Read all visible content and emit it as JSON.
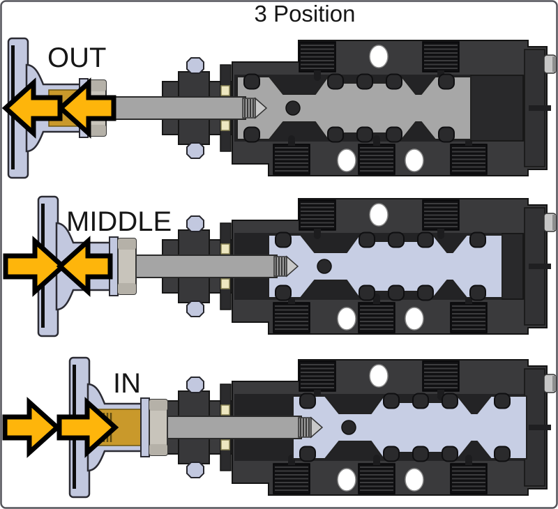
{
  "title": "3 Position",
  "rows": [
    {
      "id": "out",
      "label": "OUT",
      "spool": "gray",
      "arrow_icons": [
        "arrow-left-icon",
        "arrow-left-icon"
      ]
    },
    {
      "id": "middle",
      "label": "MIDDLE",
      "spool": "lavender",
      "arrow_icons": [
        "arrow-right-icon",
        "arrow-left-icon"
      ]
    },
    {
      "id": "in",
      "label": "IN",
      "spool": "lavender",
      "arrow_icons": [
        "arrow-right-icon",
        "arrow-right-icon"
      ]
    }
  ],
  "colors": {
    "background": "#FFFFFF",
    "frame": "#54545A",
    "text": "#161616",
    "arrow_fill": "#FEB50B",
    "arrow_outline": "#000000",
    "handle_lavender": "#C2C8DF",
    "body_dark": "#3A3A3C",
    "body_darker": "#2B2B2D",
    "bore_dark": "#232325",
    "thread_black": "#101012",
    "thread_stripe": "#3C3C3E",
    "spool_gray": "#A7A7A7",
    "spool_lavender": "#C7CEE4",
    "oring_dark": "#2A2A2C",
    "shaft_gray": "#A5A5A5",
    "nut_beige": "#C8C4BB",
    "nut_shadow": "#B5B1A8",
    "brass_gold": "#C9992B",
    "seal_yellow": "#EDE7C0",
    "steel_silver": "#C6C6C6",
    "hole_white": "#FFFFFF"
  }
}
